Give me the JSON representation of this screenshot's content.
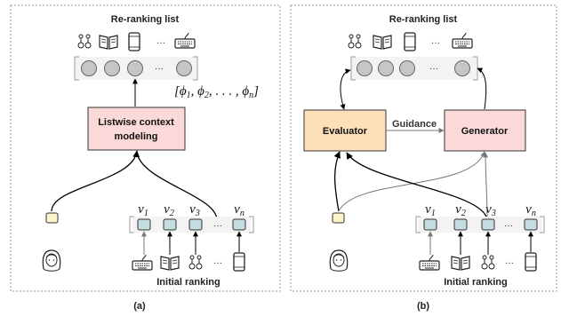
{
  "panel_a": {
    "title": "Re-ranking list",
    "model_label_line1": "Listwise context",
    "model_label_line2": "modeling",
    "score_label": "[ϕ1, ϕ2, . . . , ϕn]",
    "ellipsis_top": "···",
    "ellipsis_bottom": "···",
    "items": [
      "v1",
      "v2",
      "v3",
      "vn"
    ],
    "initial_label": "Initial ranking",
    "caption": "(a)",
    "icons_top": [
      "earrings-icon",
      "book-icon",
      "phone-icon",
      "keyboard-icon"
    ],
    "icons_bottom": [
      "keyboard-icon",
      "book-icon",
      "earrings-icon",
      "phone-icon"
    ]
  },
  "panel_b": {
    "title": "Re-ranking list",
    "evaluator_label": "Evaluator",
    "generator_label": "Generator",
    "guidance_label": "Guidance",
    "ellipsis_top": "···",
    "ellipsis_bottom": "···",
    "items": [
      "v1",
      "v2",
      "v3",
      "vn"
    ],
    "initial_label": "Initial ranking",
    "caption": "(b)"
  },
  "colors": {
    "model_fill": "#fcd9d9",
    "evaluator_fill": "#fde0b8",
    "item_fill": "#c4dcdf",
    "circle_fill": "#c6c6c6",
    "user_fill": "#fdf3c8"
  }
}
